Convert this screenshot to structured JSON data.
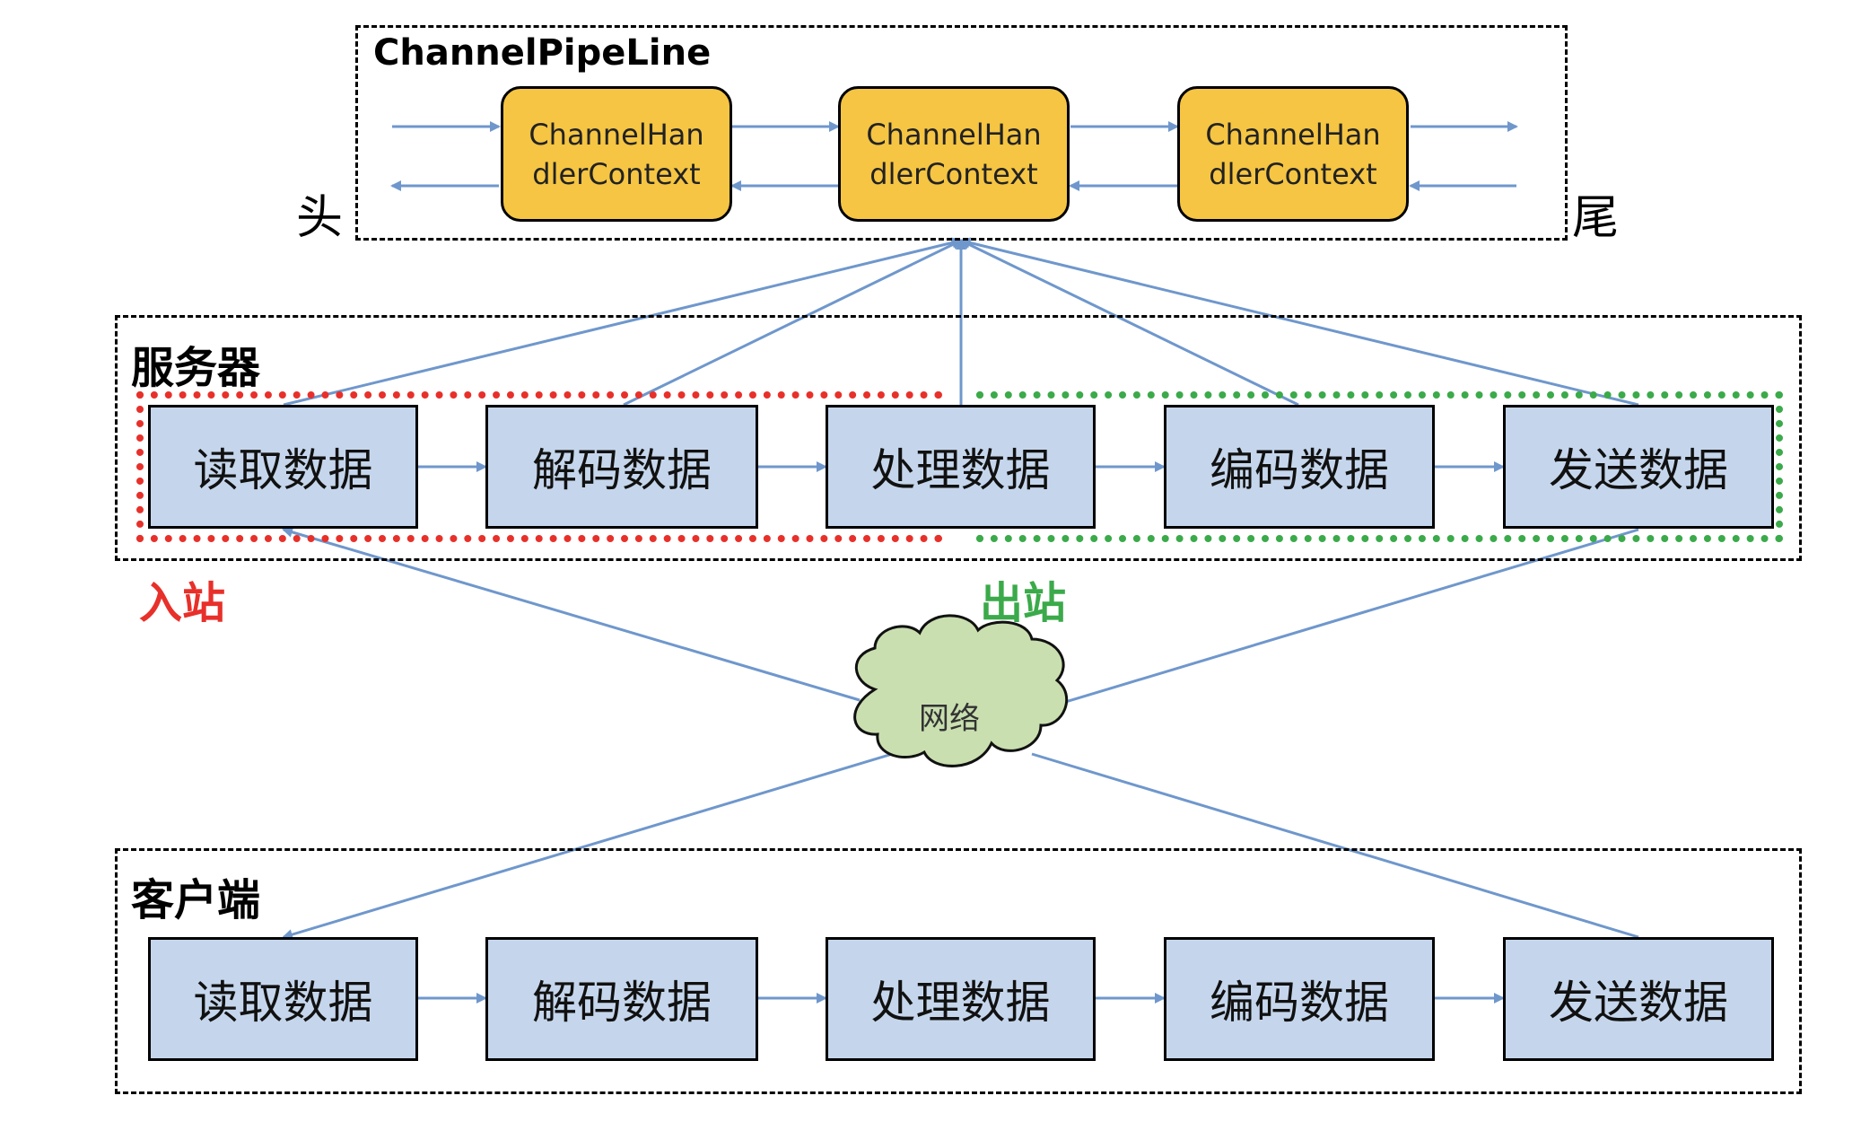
{
  "pipeline": {
    "title": "ChannelPipeLine",
    "head_label": "头",
    "tail_label": "尾",
    "contexts": [
      {
        "label": "ChannelHan\ndlerContext"
      },
      {
        "label": "ChannelHan\ndlerContext"
      },
      {
        "label": "ChannelHan\ndlerContext"
      }
    ]
  },
  "server": {
    "title": "服务器",
    "steps": [
      {
        "label": "读取数据"
      },
      {
        "label": "解码数据"
      },
      {
        "label": "处理数据"
      },
      {
        "label": "编码数据"
      },
      {
        "label": "发送数据"
      }
    ],
    "inbound_label": "入站",
    "outbound_label": "出站"
  },
  "network": {
    "label": "网络"
  },
  "client": {
    "title": "客户端",
    "steps": [
      {
        "label": "读取数据"
      },
      {
        "label": "解码数据"
      },
      {
        "label": "处理数据"
      },
      {
        "label": "编码数据"
      },
      {
        "label": "发送数据"
      }
    ]
  },
  "colors": {
    "context_fill": "#F5C543",
    "step_fill": "#C5D6EC",
    "arrow": "#6F97CC",
    "inbound": "#E8302A",
    "outbound": "#3BAA4A",
    "cloud_fill": "#C9DFB0"
  }
}
